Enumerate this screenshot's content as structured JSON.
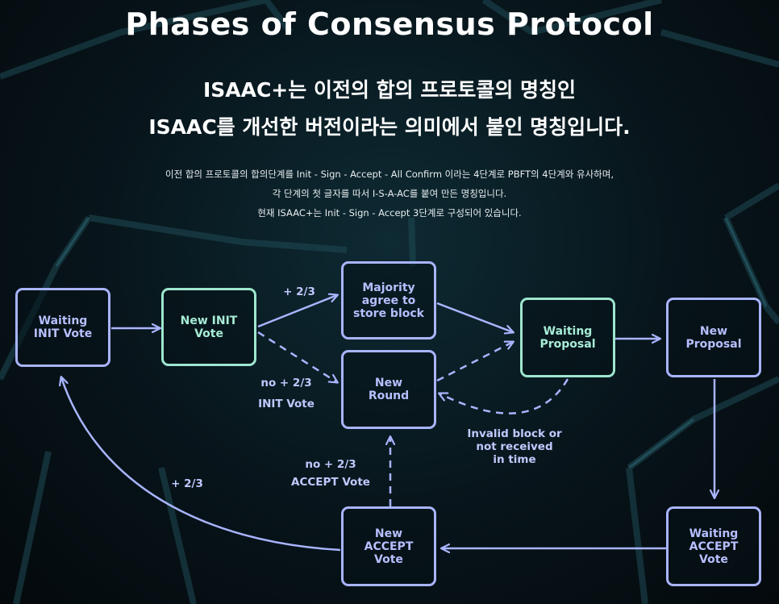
{
  "header": {
    "title": "Phases of Consensus Protocol",
    "subtitle_line1": "ISAAC+는 이전의 합의 프로토콜의 명칭인",
    "subtitle_line2": "ISAAC를 개선한 버전이라는 의미에서 붙인 명칭입니다."
  },
  "description": {
    "line1": "이전 합의 프로토콜의 합의단계를 Init - Sign - Accept - All Confirm 이라는 4단계로 PBFT의 4단계와 유사하며,",
    "line2": "각 단계의 첫 글자를 따서 I-S-A-AC를 붙여 만든 명칭입니다.",
    "line3": "현재 ISAAC+는 Init - Sign - Accept 3단계로 구성되어 있습니다."
  },
  "nodes": {
    "waiting_init_vote": "Waiting\nINIT Vote",
    "new_init_vote": "New INIT\nVote",
    "majority_agree": "Majority\nagree to\nstore block",
    "new_round": "New\nRound",
    "waiting_proposal": "Waiting\nProposal",
    "new_proposal": "New\nProposal",
    "waiting_accept_vote": "Waiting\nACCEPT\nVote",
    "new_accept_vote": "New\nACCEPT\nVote"
  },
  "edge_labels": {
    "plus_two_thirds_top": "+ 2/3",
    "no_init": "no + 2/3\nINIT Vote",
    "invalid_block": "Invalid block or\nnot received\nin time",
    "no_accept": "no + 2/3\nACCEPT Vote",
    "plus_two_thirds_left": "+ 2/3"
  },
  "colors": {
    "node_border": "#a9b4ff",
    "node_border_green": "#9ee6cf",
    "arrow": "#a9b4ff"
  }
}
